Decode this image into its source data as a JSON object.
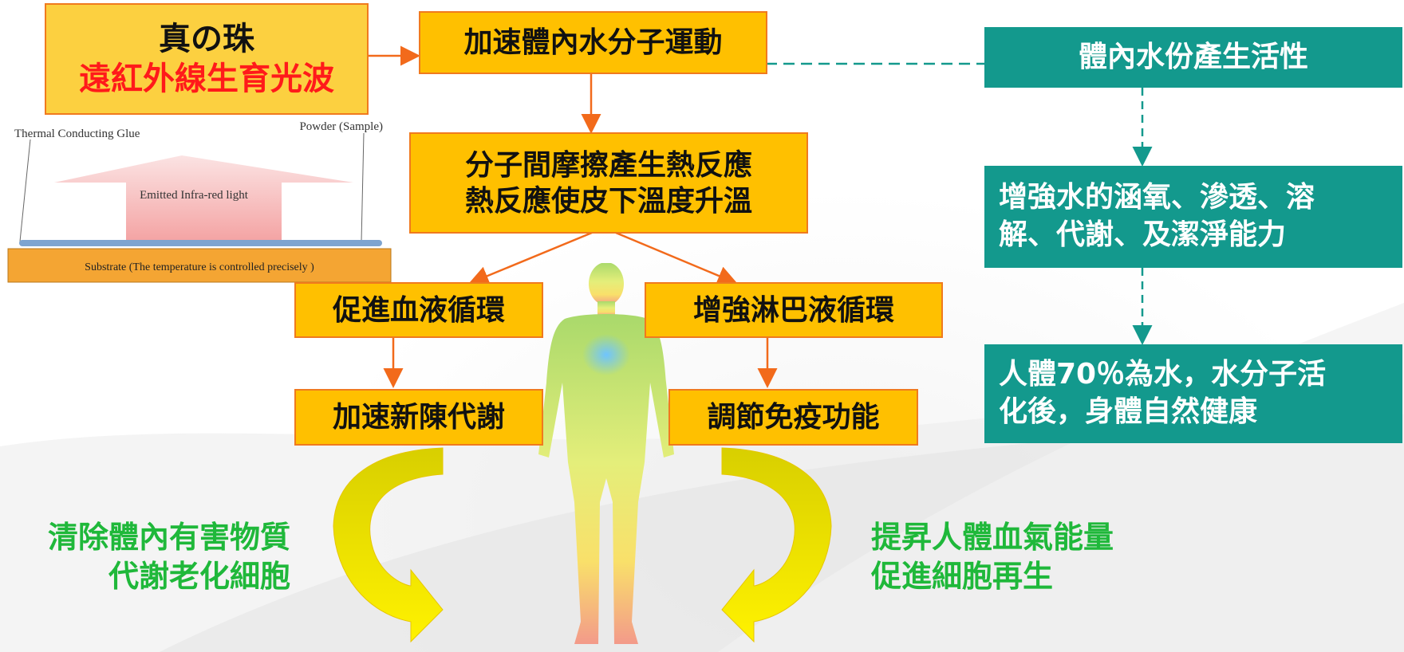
{
  "title_box": {
    "line1": "真の珠",
    "line2": "遠紅外線生育光波"
  },
  "flow": {
    "step1": "加速體內水分子運動",
    "step2_line1": "分子間摩擦產生熱反應",
    "step2_line2": "熱反應使皮下溫度升溫",
    "left_a": "促進血液循環",
    "right_a": "增強淋巴液循環",
    "left_b": "加速新陳代謝",
    "right_b": "調節免疫功能"
  },
  "right_column": {
    "box1": "體內水份產生活性",
    "box2_line1": "增強水的涵氧、滲透、溶",
    "box2_line2": "解、代謝、及潔淨能力",
    "box3_line1": "人體70％為水，水分子活",
    "box3_line2": "化後，身體自然健康"
  },
  "outcomes": {
    "left_line1": "清除體內有害物質",
    "left_line2": "代謝老化細胞",
    "right_line1": "提昇人體血氣能量",
    "right_line2": "促進細胞再生"
  },
  "inset_diagram": {
    "glue_label": "Thermal Conducting Glue",
    "powder_label": "Powder (Sample)",
    "light_label": "Emitted Infra-red light",
    "substrate_label": "Substrate (The temperature is controlled precisely )"
  },
  "colors": {
    "box_fill": "#ffc000",
    "box_border": "#f07a1e",
    "teal": "#13998d",
    "green_text": "#1fb83a",
    "red_text": "#ff1a1a",
    "arrow": "#f26a1b"
  }
}
